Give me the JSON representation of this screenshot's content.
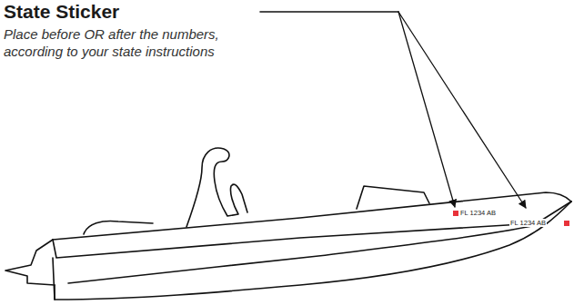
{
  "diagram": {
    "title": "State Sticker",
    "labels": [
      "Place before OR after the numbers, according to your state instructions",
      "FL 1234 AB",
      "FL 1234 AB"
    ]
  }
}
